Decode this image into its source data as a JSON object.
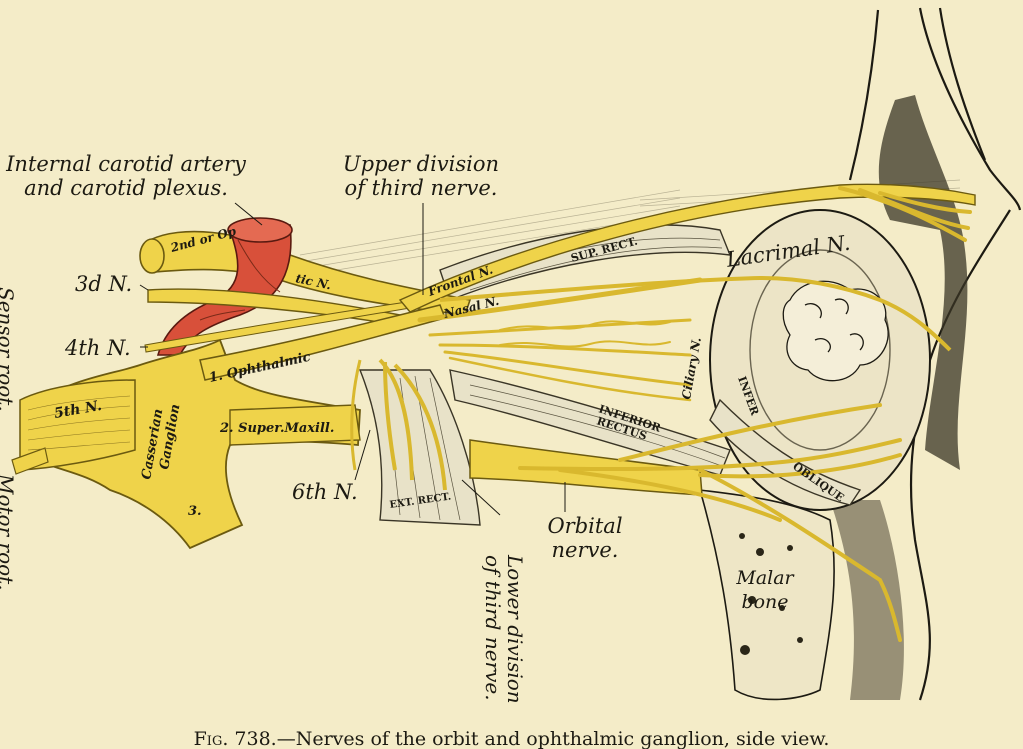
{
  "figure": {
    "caption_prefix": "Fig. 738.",
    "caption_text": "—Nerves of the orbit and ophthalmic ganglion, side view."
  },
  "labels": {
    "internal_carotid_line1": "Internal carotid artery",
    "internal_carotid_line2": "and carotid plexus.",
    "upper_division_line1": "Upper division",
    "upper_division_line2": "of third nerve.",
    "third_n": "3d N.",
    "fourth_n": "4th N.",
    "sixth_n": "6th N.",
    "sensor_root": "Sensor root.",
    "motor_root": "Motor root.",
    "lower_division_line1": "Lower division",
    "lower_division_line2": "of third nerve.",
    "orbital_nerve_line1": "Orbital",
    "orbital_nerve_line2": "nerve.",
    "lacrimal_n": "Lacrimal N.",
    "malar_bone_line1": "Malar",
    "malar_bone_line2": "bone"
  },
  "inline_labels": {
    "second_or_optic": "2nd or Op",
    "optic_n": "tic N.",
    "frontal_n": "Frontal N.",
    "nasal_n": "Nasal N.",
    "sup_rect": "SUP. RECT.",
    "ciliary_n": "Ciliary N.",
    "ophthalmic": "1. Ophthalmic",
    "super_maxill": "2. Super.Maxill.",
    "fifth_n": "5th N.",
    "casserian_ganglion_line1": "Casserian",
    "casserian_ganglion_line2": "Ganglion",
    "three": "3.",
    "inferior_rectus_line1": "INFERIOR",
    "inferior_rectus_line2": "RECTUS",
    "infer_oblique_1": "INFER",
    "infer_oblique_2": "OBLIQUE",
    "ext_rect": "EXT. RECT."
  },
  "colors": {
    "paper": "#f4ecc8",
    "nerve": "#efd34a",
    "nerve_outline": "#6b5a10",
    "artery": "#d8503a",
    "ink": "#1c1a12",
    "muscle": "#e8e2c8"
  }
}
